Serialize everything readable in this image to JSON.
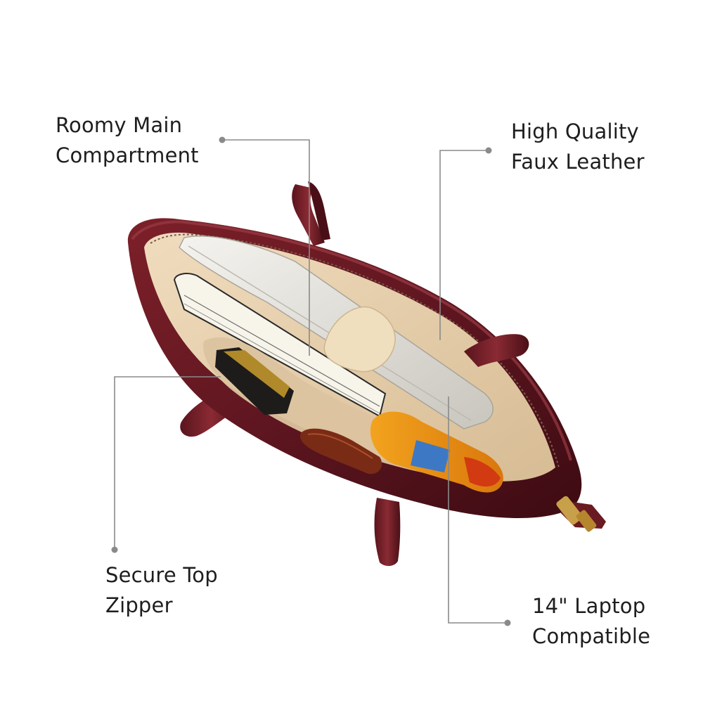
{
  "image": {
    "subject": "burgundy faux leather tote bag",
    "colors": {
      "leather": "#6b1a22",
      "leather_dark": "#3e0c12",
      "lining": "#e6cfae",
      "leader_line": "#8a8a8a",
      "text": "#1e1e1e"
    }
  },
  "callouts": {
    "main_compartment": {
      "line1": "Roomy Main",
      "line2": "Compartment"
    },
    "faux_leather": {
      "line1": "High Quality",
      "line2": "Faux Leather"
    },
    "top_zipper": {
      "line1": "Secure Top",
      "line2": "Zipper"
    },
    "laptop": {
      "line1": "14\" Laptop",
      "line2": "Compatible"
    }
  }
}
